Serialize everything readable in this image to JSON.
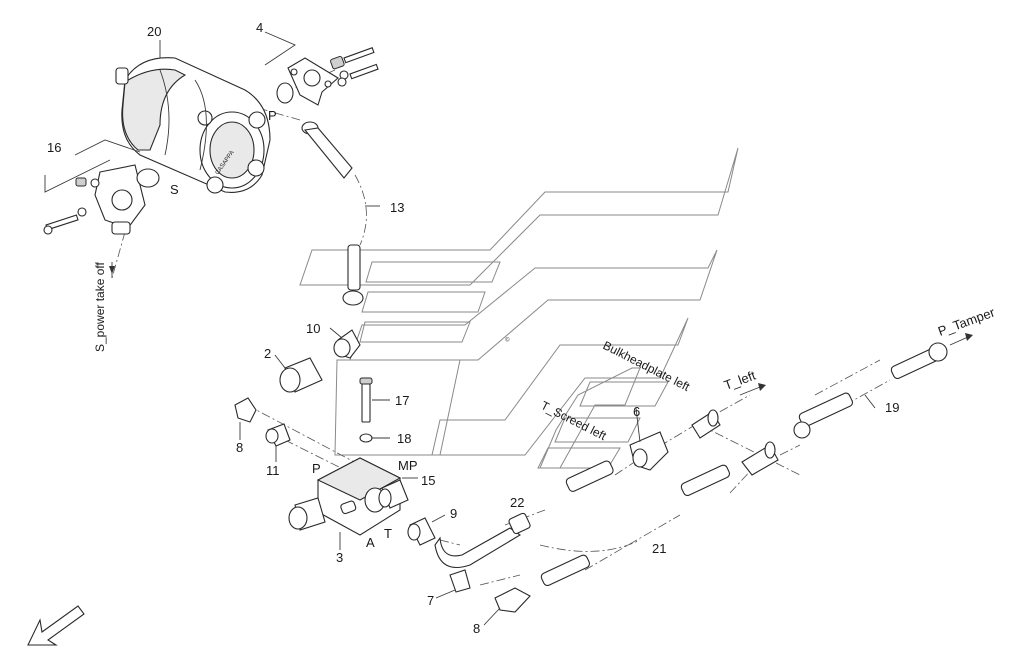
{
  "part_numbers": {
    "n20": "20",
    "n4": "4",
    "n16": "16",
    "n13": "13",
    "n10": "10",
    "n2": "2",
    "n17": "17",
    "n8a": "8",
    "n18": "18",
    "n11": "11",
    "n15": "15",
    "n9": "9",
    "n3": "3",
    "n6": "6",
    "n22": "22",
    "n21": "21",
    "n7": "7",
    "n8b": "8",
    "n19": "19"
  },
  "port_labels": {
    "p_pump": "P",
    "s_pump": "S",
    "p_valve": "P",
    "mp": "MP",
    "a": "A",
    "t": "T"
  },
  "line_labels": {
    "s_power_take_off": "S_power take off",
    "bulkhead_plate_left": "Bulkheadplate left",
    "t_screed_left": "T_Screed left",
    "t_left": "T_left",
    "p_tamper": "P_Tamper"
  },
  "pump_brand": "CASAPPA",
  "logo_text": "©"
}
